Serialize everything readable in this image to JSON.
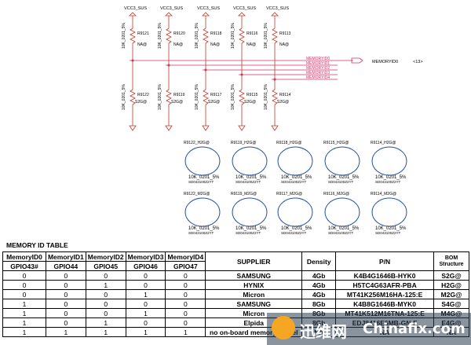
{
  "schematic": {
    "power_label": "VCC3_SUS",
    "pullups": [
      {
        "ref": "R9121",
        "value": "10K_0201_5%",
        "opt": "NA@"
      },
      {
        "ref": "R9120",
        "value": "10K_0201_5%",
        "opt": "NA@"
      },
      {
        "ref": "R9118",
        "value": "10K_0201_5%",
        "opt": "NA@"
      },
      {
        "ref": "R9116",
        "value": "10K_0201_5%",
        "opt": "NA@"
      },
      {
        "ref": "R9113",
        "value": "10K_0201_5%",
        "opt": "NA@"
      }
    ],
    "pulldowns": [
      {
        "ref": "R9122",
        "value": "10K_0201_5%",
        "opt": "S2G@"
      },
      {
        "ref": "R9119",
        "value": "10K_0201_5%",
        "opt": "S2G@"
      },
      {
        "ref": "R9117",
        "value": "10K_0201_5%",
        "opt": "S2G@"
      },
      {
        "ref": "R9115",
        "value": "10K_0201_5%",
        "opt": "S2G@"
      },
      {
        "ref": "R9114",
        "value": "10K_0201_5%",
        "opt": "S2G@"
      }
    ],
    "nets": [
      "MEMORYID0",
      "MEMORYID1",
      "MEMORYID2",
      "MEMORYID3",
      "MEMORYID4"
    ],
    "offpage": {
      "label": "MEMORYID0",
      "page": "<13>"
    },
    "options_row1": [
      {
        "name": "R9122_H2G@",
        "value": "10K_0201_5%",
        "part": "SD043100Z2YT"
      },
      {
        "name": "R9119_H2G@",
        "value": "10K_0201_5%",
        "part": "SD043100Z2YT"
      },
      {
        "name": "R9118_H2G@",
        "value": "10K_0201_5%",
        "part": "SD043100Z2YT"
      },
      {
        "name": "R9115_H2G@",
        "value": "10K_0201_5%",
        "part": "SD043100Z2YT"
      },
      {
        "name": "R9114_H2G@",
        "value": "10K_0201_5%",
        "part": "SD043100Z2YT"
      }
    ],
    "options_row2": [
      {
        "name": "R9122_M2G@",
        "value": "10K_0201_5%",
        "part": "SD043100Z2YT"
      },
      {
        "name": "R9119_M2G@",
        "value": "10K_0201_5%",
        "part": "SD043100Z2YT"
      },
      {
        "name": "R9117_M2G@",
        "value": "10K_0201_5%",
        "part": "SD043100Z2YT"
      },
      {
        "name": "R9116_M2G@",
        "value": "10K_0201_5%",
        "part": "SD043100Z2YT"
      },
      {
        "name": "R9114_M2G@",
        "value": "10K_0201_5%",
        "part": "SD043100Z2YT"
      }
    ]
  },
  "table": {
    "title": "MEMORY ID TABLE",
    "headers": [
      "MemoryID0",
      "MemoryID1",
      "MemoryID2",
      "MemoryID3",
      "MemoryID4",
      "SUPPLIER",
      "Density",
      "P/N",
      "BOM Structure"
    ],
    "gpio": [
      "GPIO43#",
      "GPIO44",
      "GPIO45",
      "GPIO46",
      "GPIO47"
    ],
    "rows": [
      [
        "0",
        "0",
        "0",
        "0",
        "0",
        "SAMSUNG",
        "4Gb",
        "K4B4G1646B-HYK0",
        "S2G@"
      ],
      [
        "0",
        "0",
        "1",
        "0",
        "0",
        "HYNIX",
        "4Gb",
        "H5TC4G63AFR-PBA",
        "H2G@"
      ],
      [
        "0",
        "0",
        "0",
        "1",
        "0",
        "Micron",
        "4Gb",
        "MT41K256M16HA-125:E",
        "M2G@"
      ],
      [
        "1",
        "0",
        "0",
        "0",
        "0",
        "SAMSUNG",
        "8Gb",
        "K4B8G1646B-MYK0",
        "S4G@"
      ],
      [
        "1",
        "0",
        "0",
        "1",
        "0",
        "Micron",
        "8Gb",
        "MT41K512M16TNA-125:E",
        "M4G@"
      ],
      [
        "1",
        "0",
        "1",
        "0",
        "0",
        "Elpida",
        "8Gb",
        "EDJ8416E6MB-GN-F",
        "E4G@"
      ],
      [
        "1",
        "1",
        "1",
        "1",
        "1",
        "no on-board memory model",
        "NA",
        "NA",
        "NA"
      ]
    ]
  },
  "watermark": {
    "cn": "迅维网",
    "url": "Chinafix.com"
  }
}
